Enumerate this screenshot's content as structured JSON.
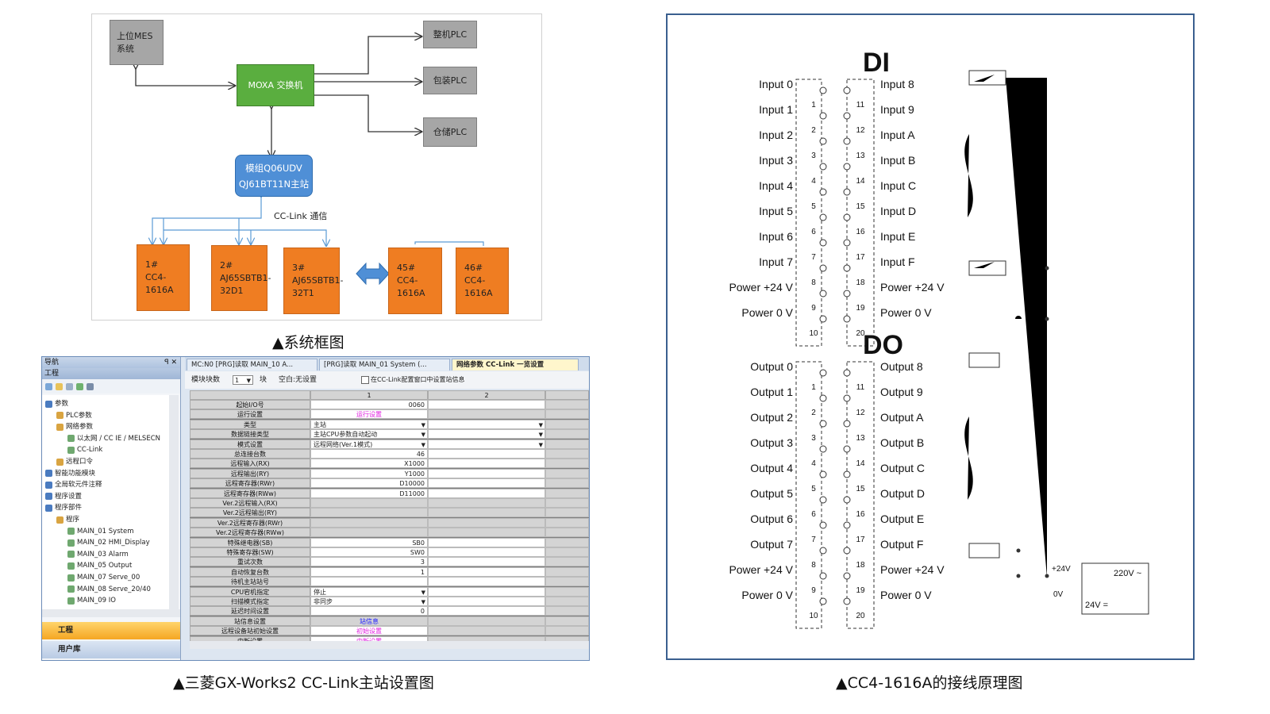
{
  "system_diagram": {
    "mes": "上位MES\n系统",
    "switch": "MOXA 交换机",
    "plc_whole": "整机PLC",
    "plc_pack": "包装PLC",
    "plc_store": "仓储PLC",
    "master": "模组Q06UDV\nQJ61BT11N主站",
    "cclink_label": "CC-Link 通信",
    "stations": [
      "1#\nCC4-\n1616A",
      "2#\nAJ65SBTB1-\n32D1",
      "3#\nAJ65SBTB1-\n32T1",
      "45#\nCC4-\n1616A",
      "46#\nCC4-\n1616A"
    ],
    "caption": "▲系统框图",
    "colors": {
      "gray": "#a6a6a6",
      "green": "#5aae3f",
      "blue": "#4f8fd6",
      "orange": "#ef7d22",
      "line": "#5b9bd5"
    }
  },
  "gx_works": {
    "caption": "▲三菱GX-Works2 CC-Link主站设置图",
    "nav": {
      "title": "导航",
      "controls": "ꟼ ✕",
      "subtitle": "工程",
      "tree": [
        {
          "label": "参数",
          "depth": 0
        },
        {
          "label": "PLC参数",
          "depth": 1
        },
        {
          "label": "网络参数",
          "depth": 1
        },
        {
          "label": "以太网 / CC IE / MELSECN",
          "depth": 2
        },
        {
          "label": "CC-Link",
          "depth": 2
        },
        {
          "label": "远程口令",
          "depth": 1
        },
        {
          "label": "智能功能模块",
          "depth": 0
        },
        {
          "label": "全局软元件注释",
          "depth": 0
        },
        {
          "label": "程序设置",
          "depth": 0
        },
        {
          "label": "程序部件",
          "depth": 0
        },
        {
          "label": "程序",
          "depth": 1
        },
        {
          "label": "MAIN_01 System",
          "depth": 2
        },
        {
          "label": "MAIN_02 HMI_Display",
          "depth": 2
        },
        {
          "label": "MAIN_03 Alarm",
          "depth": 2
        },
        {
          "label": "MAIN_05 Output",
          "depth": 2
        },
        {
          "label": "MAIN_07 Serve_00",
          "depth": 2
        },
        {
          "label": "MAIN_08 Serve_20/40",
          "depth": 2
        },
        {
          "label": "MAIN_09 IO",
          "depth": 2
        }
      ],
      "btn_project": "工程",
      "btn_userlib": "用户库"
    },
    "tabs": [
      "MC:N0 [PRG]读取 MAIN_10 A...",
      "[PRG]读取 MAIN_01 System (...",
      "网络参数 CC-Link 一览设置"
    ],
    "toolbar": {
      "modules_label": "模块块数",
      "modules_value": "1",
      "unit": "块",
      "blank": "空白:无设置",
      "checkbox": "在CC-Link配置窗口中设置站信息"
    },
    "col_headers": [
      "1",
      "2"
    ],
    "rows": [
      {
        "label": "起始I/O号",
        "value": "0060",
        "kind": "num"
      },
      {
        "label": "运行设置",
        "value": "运行设置",
        "kind": "link"
      },
      {
        "label": "类型",
        "value": "主站",
        "kind": "dd"
      },
      {
        "label": "数据链接类型",
        "value": "主站CPU参数自动起动",
        "kind": "dd"
      },
      {
        "label": "模式设置",
        "value": "远程网络(Ver.1模式)",
        "kind": "dd"
      },
      {
        "label": "总连接台数",
        "value": "46",
        "kind": "num"
      },
      {
        "label": "远程输入(RX)",
        "value": "X1000",
        "kind": "num"
      },
      {
        "label": "远程输出(RY)",
        "value": "Y1000",
        "kind": "num"
      },
      {
        "label": "远程寄存器(RWr)",
        "value": "D10000",
        "kind": "num"
      },
      {
        "label": "远程寄存器(RWw)",
        "value": "D11000",
        "kind": "num"
      },
      {
        "label": "Ver.2远程输入(RX)",
        "value": "",
        "kind": "gray"
      },
      {
        "label": "Ver.2远程输出(RY)",
        "value": "",
        "kind": "gray"
      },
      {
        "label": "Ver.2远程寄存器(RWr)",
        "value": "",
        "kind": "gray"
      },
      {
        "label": "Ver.2远程寄存器(RWw)",
        "value": "",
        "kind": "gray"
      },
      {
        "label": "特殊继电器(SB)",
        "value": "SB0",
        "kind": "num"
      },
      {
        "label": "特殊寄存器(SW)",
        "value": "SW0",
        "kind": "num"
      },
      {
        "label": "重试次数",
        "value": "3",
        "kind": "num"
      },
      {
        "label": "自动恢复台数",
        "value": "1",
        "kind": "num"
      },
      {
        "label": "待机主站站号",
        "value": "",
        "kind": "num"
      },
      {
        "label": "CPU宕机指定",
        "value": "停止",
        "kind": "dd"
      },
      {
        "label": "扫描模式指定",
        "value": "非同步",
        "kind": "dd"
      },
      {
        "label": "延迟时间设置",
        "value": "0",
        "kind": "num"
      },
      {
        "label": "站信息设置",
        "value": "站信息",
        "kind": "blink"
      },
      {
        "label": "远程设备站初始设置",
        "value": "初始设置",
        "kind": "link"
      },
      {
        "label": "中断设置",
        "value": "中断设置",
        "kind": "link"
      }
    ]
  },
  "wiring": {
    "caption": "▲CC4-1616A的接线原理图",
    "di_title": "DI",
    "do_title": "DO",
    "di_left": [
      "Input 0",
      "Input 1",
      "Input 2",
      "Input 3",
      "Input 4",
      "Input 5",
      "Input 6",
      "Input 7",
      "Power +24 V",
      "Power 0 V"
    ],
    "di_right": [
      "Input 8",
      "Input 9",
      "Input A",
      "Input B",
      "Input C",
      "Input D",
      "Input E",
      "Input F",
      "Power +24 V",
      "Power 0 V"
    ],
    "do_left": [
      "Output 0",
      "Output 1",
      "Output 2",
      "Output 3",
      "Output 4",
      "Output 5",
      "Output 6",
      "Output 7",
      "Power +24 V",
      "Power 0 V"
    ],
    "do_right": [
      "Output 8",
      "Output 9",
      "Output A",
      "Output B",
      "Output C",
      "Output D",
      "Output E",
      "Output F",
      "Power +24 V",
      "Power 0 V"
    ],
    "pins_left": [
      "1",
      "2",
      "3",
      "4",
      "5",
      "6",
      "7",
      "8",
      "9",
      "10"
    ],
    "pins_right": [
      "11",
      "12",
      "13",
      "14",
      "15",
      "16",
      "17",
      "18",
      "19",
      "20"
    ],
    "psu_in": "220V ~",
    "psu_out": "24V =",
    "psu_plus": "+24V",
    "psu_zero": "0V"
  }
}
